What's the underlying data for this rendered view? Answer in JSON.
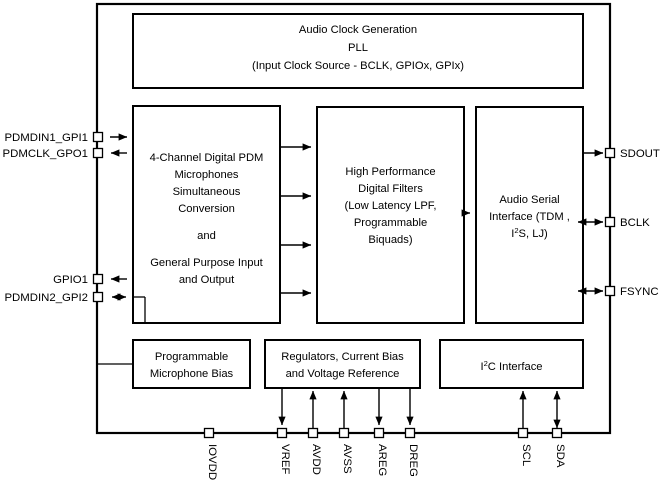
{
  "diagram": {
    "title": "Audio codec functional block diagram",
    "colors": {
      "background": "#ffffff",
      "stroke": "#000000",
      "block_fill": "#ffffff"
    },
    "blocks": [
      {
        "id": "pll",
        "name": "audio-clock-generation-block",
        "lines": [
          "Audio Clock Generation",
          "PLL",
          "(Input Clock Source - BCLK, GPIOx, GPIx)"
        ]
      },
      {
        "id": "pdm",
        "name": "pdm-microphones-block",
        "lines": [
          "4-Channel Digital PDM",
          "Microphones",
          "Simultaneous",
          "Conversion",
          "",
          "and",
          "",
          "General Purpose Input",
          "and Output"
        ]
      },
      {
        "id": "filters",
        "name": "digital-filters-block",
        "lines": [
          "High Performance",
          "Digital Filters",
          "(Low Latency LPF,",
          "Programmable",
          "Biquads)"
        ]
      },
      {
        "id": "asi",
        "name": "audio-serial-interface-block",
        "lines": [
          "Audio Serial",
          "Interface (TDM ,",
          "I2S, LJ)"
        ],
        "line3_pre": "I",
        "line3_sup": "2",
        "line3_post": "S, LJ)"
      },
      {
        "id": "micbias",
        "name": "programmable-microphone-bias-block",
        "lines": [
          "Programmable",
          "Microphone Bias"
        ]
      },
      {
        "id": "regulators",
        "name": "regulators-block",
        "lines": [
          "Regulators, Current Bias",
          "and  Voltage Reference"
        ]
      },
      {
        "id": "i2c",
        "name": "i2c-interface-block",
        "lines": [
          "I2C Interface"
        ],
        "line1_pre": "I",
        "line1_sup": "2",
        "line1_post": "C Interface"
      }
    ],
    "pins": {
      "left": [
        {
          "label": "PDMDIN1_GPI1",
          "direction": "input"
        },
        {
          "label": "PDMCLK_GPO1",
          "direction": "output"
        },
        {
          "label": "GPIO1",
          "direction": "output"
        },
        {
          "label": "PDMDIN2_GPI2",
          "direction": "bidirectional"
        }
      ],
      "right": [
        {
          "label": "SDOUT",
          "direction": "output"
        },
        {
          "label": "BCLK",
          "direction": "bidirectional"
        },
        {
          "label": "FSYNC",
          "direction": "bidirectional"
        }
      ],
      "bottom": [
        {
          "label": "IOVDD",
          "direction": "none"
        },
        {
          "label": "VREF",
          "direction": "output"
        },
        {
          "label": "AVDD",
          "direction": "input"
        },
        {
          "label": "AVSS",
          "direction": "input"
        },
        {
          "label": "AREG",
          "direction": "output"
        },
        {
          "label": "DREG",
          "direction": "output"
        },
        {
          "label": "SCL",
          "direction": "input"
        },
        {
          "label": "SDA",
          "direction": "bidirectional"
        }
      ]
    }
  }
}
